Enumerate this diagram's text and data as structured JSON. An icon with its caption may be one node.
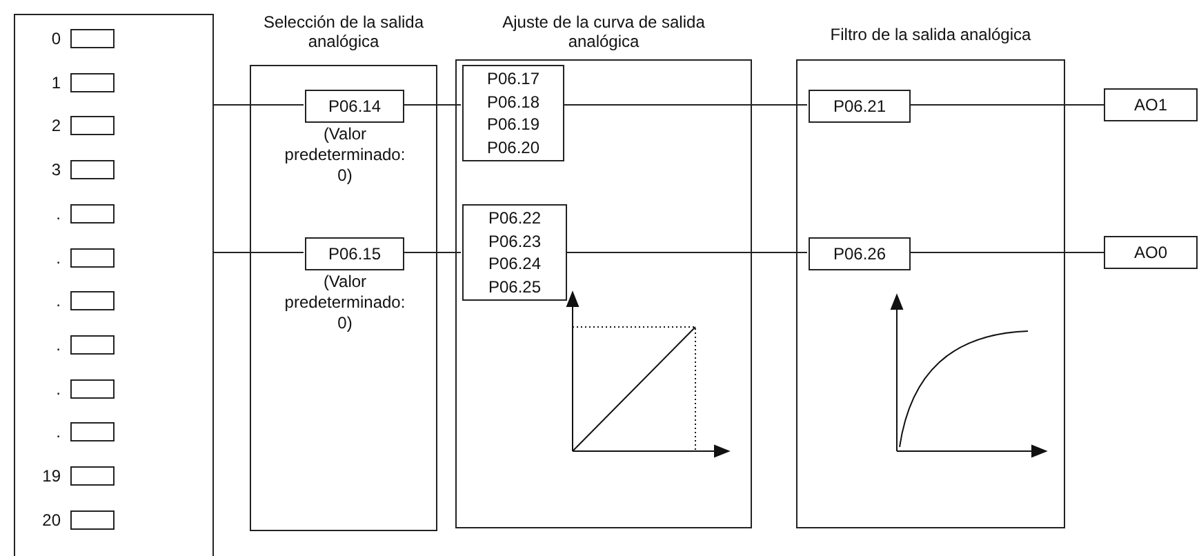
{
  "diagram": {
    "nodes": [
      {
        "text": [],
        "shape": "box"
      },
      {
        "text": [],
        "shape": "box",
        "in": 0,
        "beside": [
          "0"
        ]
      },
      {
        "text": [],
        "shape": "box",
        "in": 0,
        "beside": [
          "1"
        ]
      },
      {
        "text": [],
        "shape": "box",
        "in": 0,
        "beside": [
          "2"
        ]
      },
      {
        "text": [],
        "shape": "box",
        "in": 0,
        "beside": [
          "3"
        ]
      },
      {
        "text": [],
        "shape": "box",
        "in": 0,
        "beside": [
          "."
        ]
      },
      {
        "text": [],
        "shape": "box",
        "in": 0,
        "beside": [
          "."
        ]
      },
      {
        "text": [],
        "shape": "box",
        "in": 0,
        "beside": [
          "."
        ]
      },
      {
        "text": [],
        "shape": "box",
        "in": 0,
        "beside": [
          "."
        ]
      },
      {
        "text": [],
        "shape": "box",
        "in": 0,
        "beside": [
          "."
        ]
      },
      {
        "text": [],
        "shape": "box",
        "in": 0,
        "beside": [
          "."
        ]
      },
      {
        "text": [],
        "shape": "box",
        "in": 0,
        "beside": [
          "19"
        ]
      },
      {
        "text": [],
        "shape": "box",
        "in": 0,
        "beside": [
          "20"
        ]
      },
      {
        "text": [
          "Selección de la salida analógica"
        ]
      },
      {
        "text": [
          "P06.14"
        ],
        "in": 13,
        "beside": [
          "(Valor predeterminado: 0)"
        ]
      },
      {
        "text": [
          "P06.15"
        ],
        "in": 13,
        "beside": [
          "(Valor predeterminado: 0)"
        ]
      },
      {
        "text": [
          "Ajuste de la curva de salida analógica"
        ]
      },
      {
        "text": [
          "P06.17",
          "P06.18",
          "P06.19",
          "P06.20"
        ],
        "in": 16
      },
      {
        "text": [
          "P06.22",
          "P06.23",
          "P06.24",
          "P06.25"
        ],
        "in": 16
      },
      {
        "text": [
          "Filtro de la salida analógica"
        ]
      },
      {
        "text": [
          "P06.21"
        ],
        "in": 19
      },
      {
        "text": [
          "P06.26"
        ],
        "in": 19
      },
      {
        "text": [
          "AO1"
        ]
      },
      {
        "text": [
          "AO0"
        ]
      }
    ],
    "edges": [
      {
        "from": 0,
        "to": 14,
        "arrow": "none"
      },
      {
        "from": 14,
        "to": 17,
        "arrow": "none"
      },
      {
        "from": 17,
        "to": 20,
        "arrow": "none"
      },
      {
        "from": 20,
        "to": 22,
        "arrow": "none"
      },
      {
        "from": 0,
        "to": 15,
        "arrow": "none"
      },
      {
        "from": 15,
        "to": 18,
        "arrow": "none"
      },
      {
        "from": 18,
        "to": 21,
        "arrow": "none"
      },
      {
        "from": 21,
        "to": 23,
        "arrow": "none"
      }
    ]
  }
}
